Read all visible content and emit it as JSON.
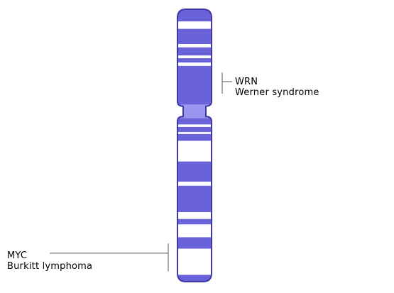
{
  "colors": {
    "chromosome_fill": "#6a62d8",
    "chromosome_outline": "#3f38a8",
    "centromere_fill": "#9a95ee",
    "band_gap": "#ffffff",
    "leader_line": "#555555"
  },
  "chromosome": {
    "bands": [
      {
        "start": 0.0,
        "end": 0.045,
        "stain": "dark"
      },
      {
        "start": 0.045,
        "end": 0.072,
        "stain": "light"
      },
      {
        "start": 0.072,
        "end": 0.128,
        "stain": "dark"
      },
      {
        "start": 0.128,
        "end": 0.14,
        "stain": "light"
      },
      {
        "start": 0.14,
        "end": 0.17,
        "stain": "dark"
      },
      {
        "start": 0.17,
        "end": 0.18,
        "stain": "light"
      },
      {
        "start": 0.18,
        "end": 0.196,
        "stain": "dark"
      },
      {
        "start": 0.196,
        "end": 0.208,
        "stain": "light"
      },
      {
        "start": 0.208,
        "end": 0.35,
        "stain": "dark"
      },
      {
        "start": 0.35,
        "end": 0.4,
        "stain": "centromere"
      },
      {
        "start": 0.4,
        "end": 0.423,
        "stain": "dark"
      },
      {
        "start": 0.423,
        "end": 0.432,
        "stain": "light"
      },
      {
        "start": 0.432,
        "end": 0.451,
        "stain": "dark"
      },
      {
        "start": 0.451,
        "end": 0.458,
        "stain": "light"
      },
      {
        "start": 0.458,
        "end": 0.483,
        "stain": "dark"
      },
      {
        "start": 0.483,
        "end": 0.559,
        "stain": "light"
      },
      {
        "start": 0.559,
        "end": 0.633,
        "stain": "dark"
      },
      {
        "start": 0.633,
        "end": 0.648,
        "stain": "light"
      },
      {
        "start": 0.648,
        "end": 0.745,
        "stain": "dark"
      },
      {
        "start": 0.745,
        "end": 0.77,
        "stain": "light"
      },
      {
        "start": 0.77,
        "end": 0.79,
        "stain": "dark"
      },
      {
        "start": 0.79,
        "end": 0.837,
        "stain": "light"
      },
      {
        "start": 0.837,
        "end": 0.879,
        "stain": "dark"
      },
      {
        "start": 0.879,
        "end": 0.975,
        "stain": "light"
      },
      {
        "start": 0.975,
        "end": 1.0,
        "stain": "dark"
      }
    ]
  },
  "annotations": [
    {
      "symbol": "WRN",
      "disease": "Werner syndrome",
      "side": "right",
      "span": [
        0.232,
        0.31
      ]
    },
    {
      "symbol": "MYC",
      "disease": "Burkitt lymphoma",
      "side": "left",
      "span": [
        0.86,
        0.962
      ]
    }
  ]
}
